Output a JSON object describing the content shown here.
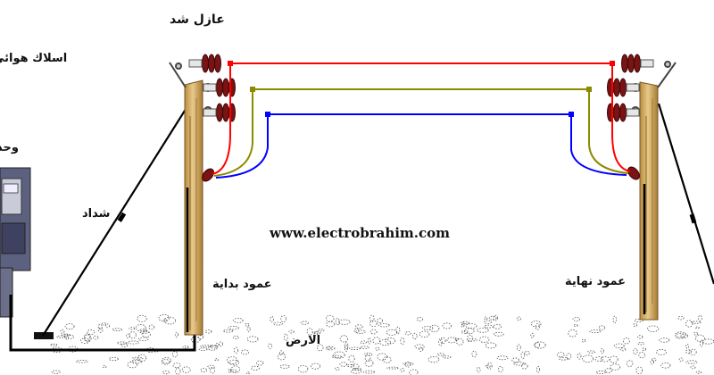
{
  "labels": {
    "strain_insulator": "عازل شد",
    "overhead_wires": "اسلاك هوائي",
    "unit": "وحد",
    "guy_wire": "شداد",
    "start_pole": "عمود بداية",
    "end_pole": "عمود نهاية",
    "ground": "الارض",
    "website": "www.electrobrahim.com"
  },
  "colors": {
    "wire_top": "#ff0000",
    "wire_middle": "#8b8b00",
    "wire_bottom": "#0000ff",
    "pole": "#d9b56a",
    "insulator": "#7a1414",
    "guy": "#000000",
    "meter_box": "#6b6f8a"
  },
  "icons": [
    "wooden-pole",
    "strain-insulator",
    "guy-wire",
    "meter-box",
    "ground-anchor"
  ]
}
